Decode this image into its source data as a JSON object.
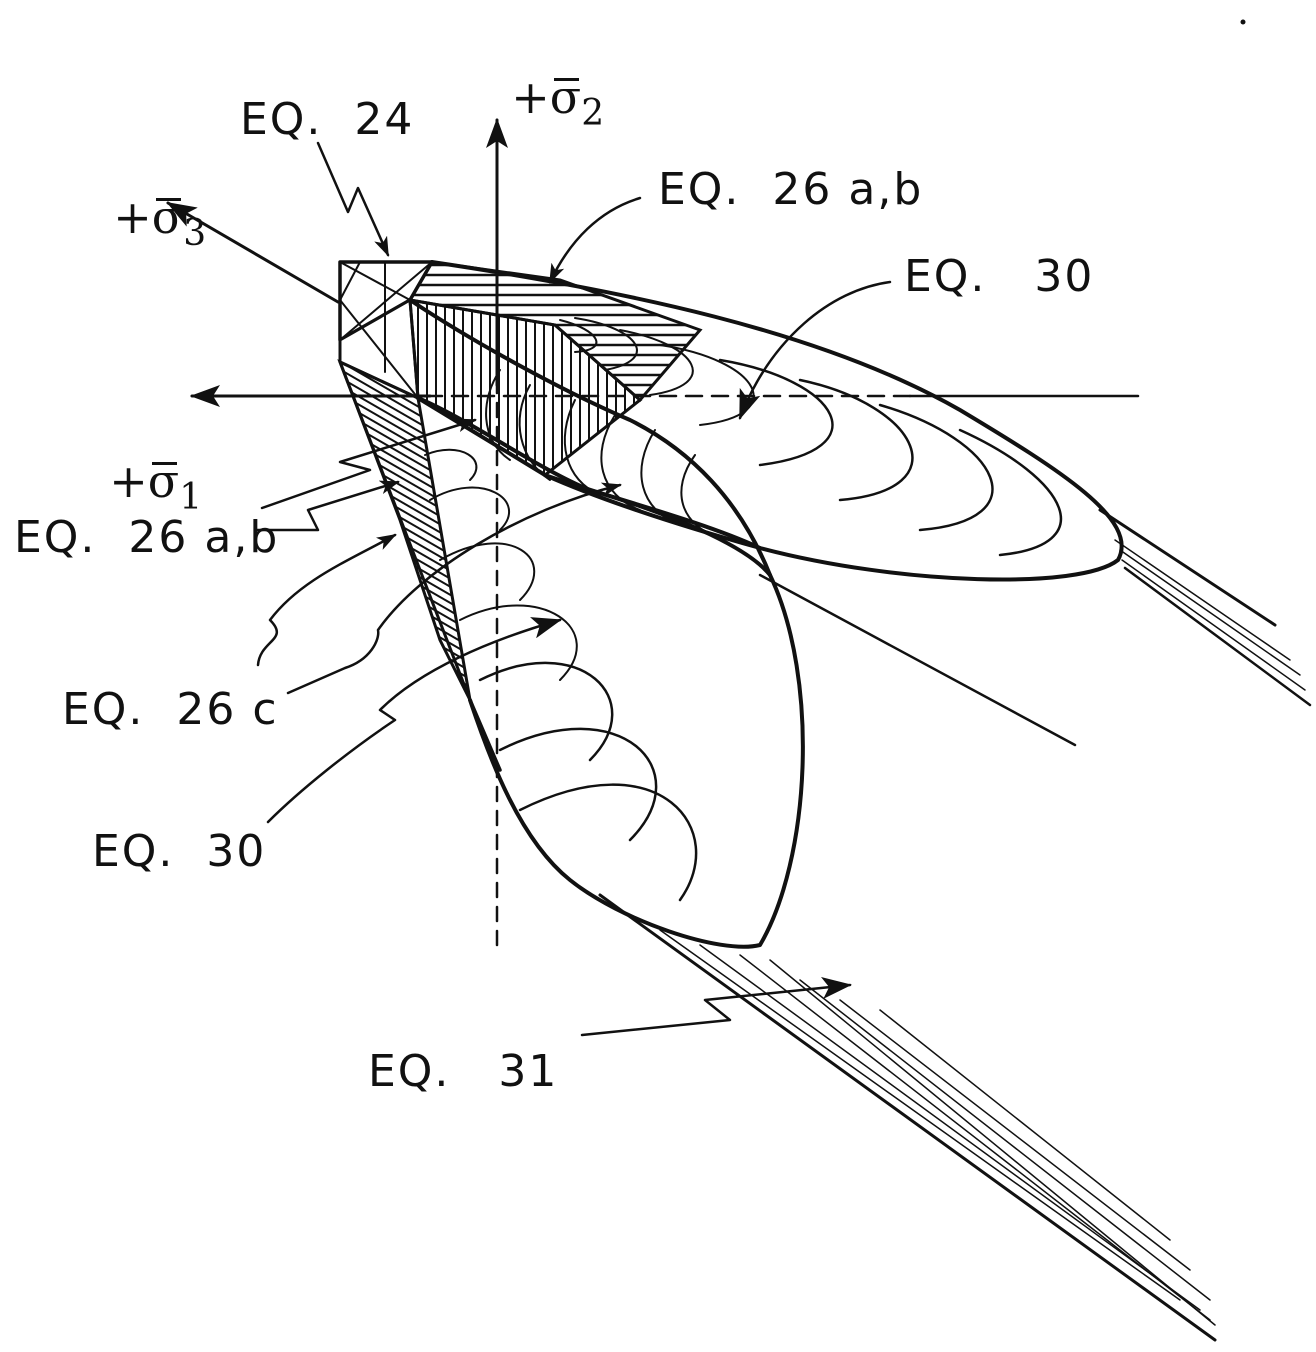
{
  "axes": {
    "sigma2": {
      "sign": "+",
      "symbol": "σ",
      "subscript": "2"
    },
    "sigma3": {
      "sign": "+",
      "symbol": "σ",
      "subscript": "3"
    },
    "sigma1": {
      "sign": "+",
      "symbol": "σ",
      "subscript": "1"
    }
  },
  "labels": {
    "eq24": "EQ.  24",
    "eq26ab_top": "EQ.  26 a,b",
    "eq30_top": "EQ.   30",
    "eq26ab_left": "EQ.  26 a,b",
    "eq26c": "EQ.  26 c",
    "eq30_bottom": "EQ.  30",
    "eq31": "EQ.   31"
  }
}
